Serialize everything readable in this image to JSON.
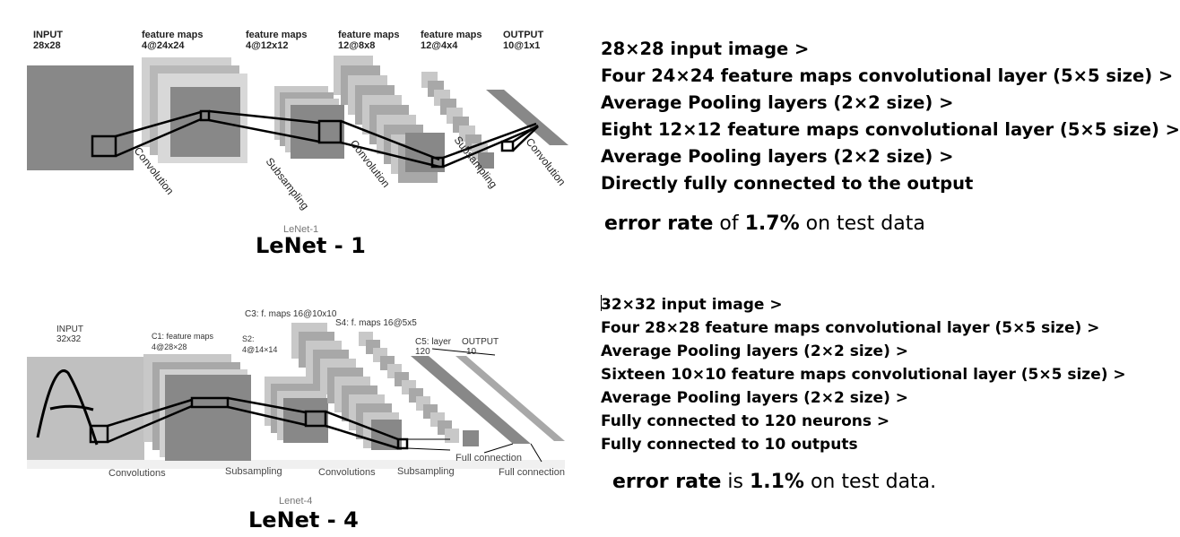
{
  "lenet1": {
    "caption": "LeNet-1",
    "title": "LeNet - 1",
    "header_labels": [
      {
        "line1": "INPUT",
        "line2": "28x28"
      },
      {
        "line1": "feature maps",
        "line2": "4@24x24"
      },
      {
        "line1": "feature maps",
        "line2": "4@12x12"
      },
      {
        "line1": "feature maps",
        "line2": "12@8x8"
      },
      {
        "line1": "feature maps",
        "line2": "12@4x4"
      },
      {
        "line1": "OUTPUT",
        "line2": "10@1x1"
      }
    ],
    "ops": [
      "Convolution",
      "Subsampling",
      "Convolution",
      "Subsampling",
      "Convolution"
    ],
    "description": [
      "28×28 input image >",
      "Four 24×24 feature maps convolutional layer (5×5 size) >",
      "Average Pooling layers (2×2 size) >",
      "Eight 12×12 feature maps convolutional layer (5×5 size) >",
      "Average Pooling layers (2×2 size) >",
      "Directly fully connected to the output"
    ],
    "error": {
      "bold1": "error rate",
      "mid": " of ",
      "bold2": "1.7%",
      "end": " on test data"
    }
  },
  "lenet4": {
    "caption": "Lenet-4",
    "title": "LeNet - 4",
    "labels": {
      "input": "INPUT",
      "input_size": "32x32",
      "c1": "C1: feature maps",
      "c1_size": "4@28×28",
      "s2": "S2:",
      "s2_size": "4@14×14",
      "c3": "C3: f. maps 16@10x10",
      "s4": "S4: f. maps 16@5x5",
      "c5": "C5: layer",
      "c5_size": "120",
      "output": "OUTPUT",
      "output_size": "10"
    },
    "ops": [
      "Convolutions",
      "Subsampling",
      "Convolutions",
      "Subsampling",
      "Full connection",
      "Full connection"
    ],
    "description": [
      "32×32 input image >",
      "Four 28×28 feature maps convolutional layer (5×5 size) >",
      "Average Pooling layers (2×2 size) >",
      "Sixteen 10×10 feature maps convolutional layer (5×5 size) >",
      "Average Pooling layers (2×2 size) >",
      "Fully connected to 120 neurons >",
      "Fully connected to 10 outputs"
    ],
    "error": {
      "bold1": "error rate",
      "mid": " is ",
      "bold2": "1.1%",
      "end": " on test data."
    }
  },
  "colors": {
    "dark": "#888888",
    "mid": "#a8a8a8",
    "light": "#c8c8c8",
    "input_light": "#c0c0c0"
  }
}
